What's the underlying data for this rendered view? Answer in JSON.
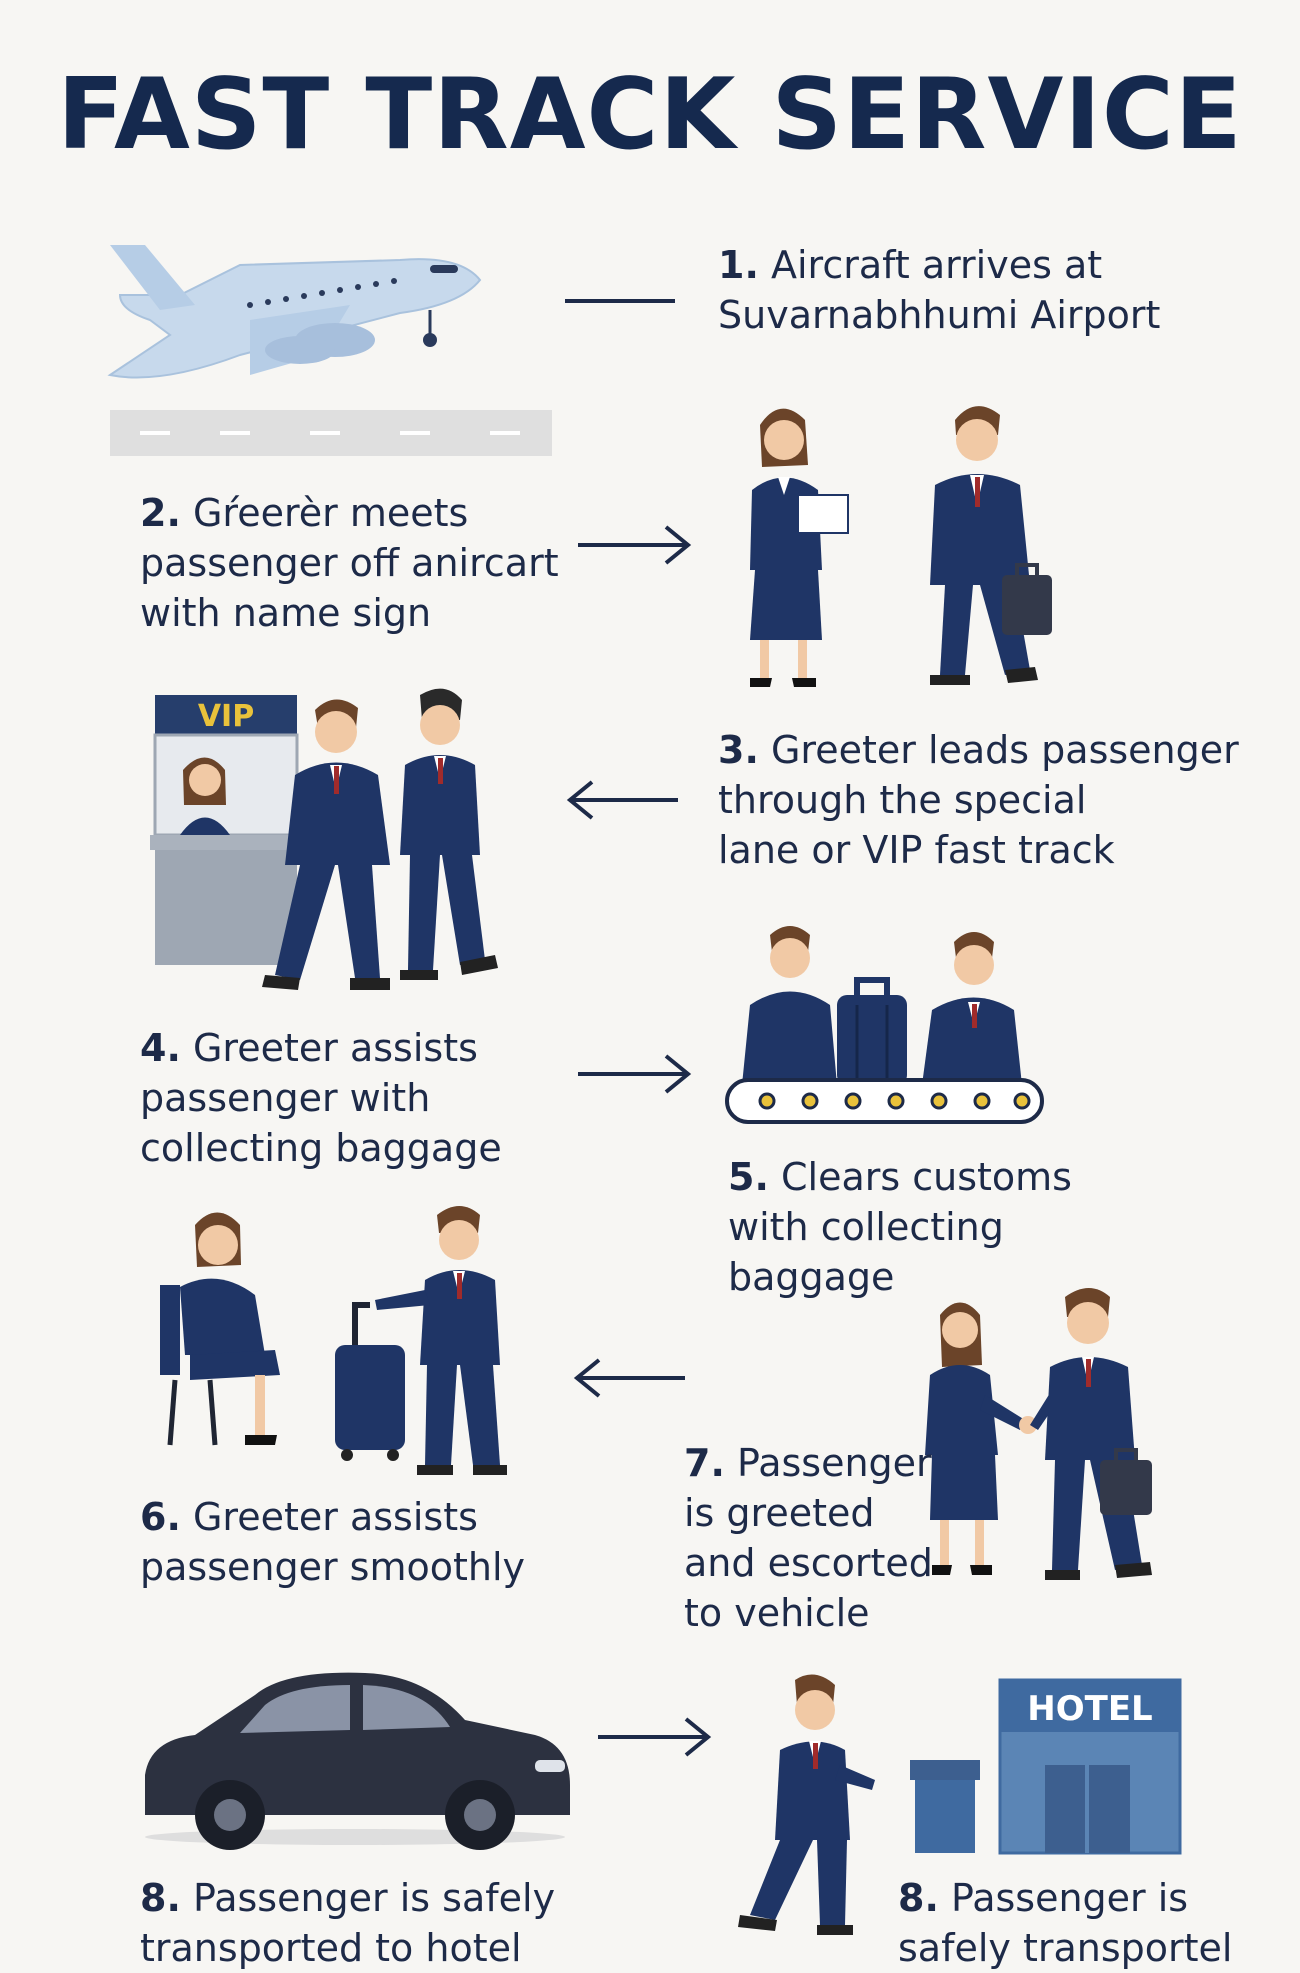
{
  "title": "FAST TRACK SERVICE",
  "steps": [
    {
      "num": "1.",
      "text": "Aircraft arrives at\nSuvarnabhhumi Airport"
    },
    {
      "num": "2.",
      "text": "Gŕeerèr meets\npassenger off anircart\nwith name sign"
    },
    {
      "num": "3.",
      "text": "Greeter leads passenger\nthrough the special\nlane or VIP fast track"
    },
    {
      "num": "4.",
      "text": "Greeter assists\npassenger with\ncollecting baggage"
    },
    {
      "num": "5.",
      "text": "Clears customs\nwith collecting\nbaggage"
    },
    {
      "num": "6.",
      "text": "Greeter assists\npassenger smoothly"
    },
    {
      "num": "7.",
      "text": "Passenger\nis greeted\nand escorted\nto vehicle"
    },
    {
      "num": "8.",
      "text": "Passenger is safely\ntransported to hotel"
    },
    {
      "num": "8.",
      "text": "Passenger is\nsafely transportel"
    }
  ],
  "signs": {
    "vip": "VIP",
    "hotel": "HOTEL"
  },
  "arrow_directions": [
    "none",
    "right",
    "left",
    "right",
    "left",
    "right"
  ],
  "icons": [
    "airplane-icon",
    "arrow-right-icon",
    "arrow-left-icon",
    "luggage-icon",
    "conveyor-belt-icon",
    "car-icon",
    "hotel-building-icon"
  ],
  "colors": {
    "title": "#15294e",
    "text": "#1d2a48",
    "suit": "#1f3566",
    "plane": "#c7d9ec",
    "hotel": "#5b85b5",
    "car": "#2c3140",
    "booth": "#9ea7b3",
    "background": "#f7f6f3"
  }
}
